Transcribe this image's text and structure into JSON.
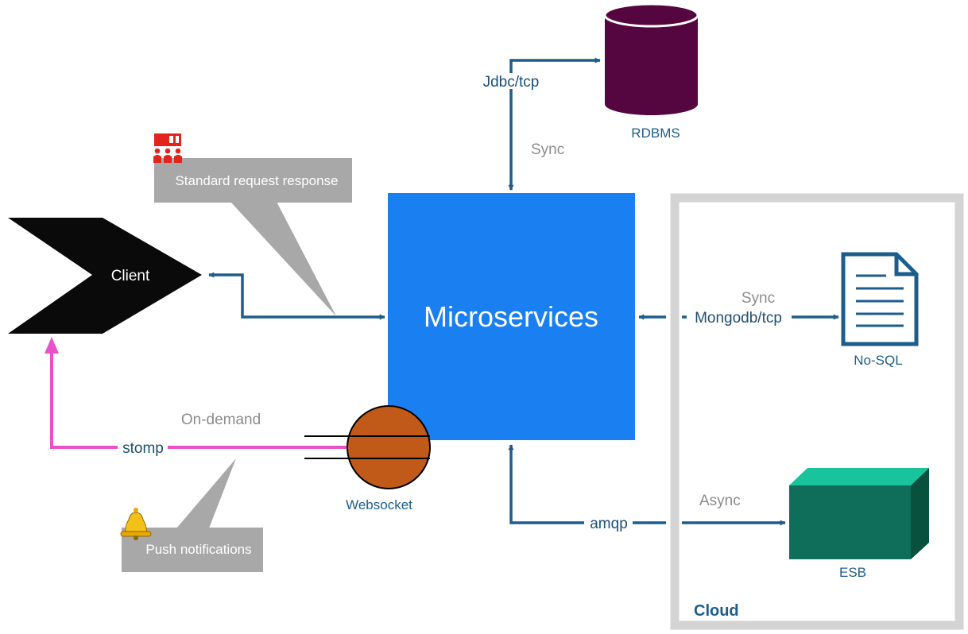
{
  "nodes": {
    "client": "Client",
    "microservices": "Microservices",
    "rdbms": "RDBMS",
    "nosql": "No-SQL",
    "esb": "ESB",
    "websocket": "Websocket",
    "cloud": "Cloud"
  },
  "callouts": {
    "standard": "Standard request response",
    "push": "Push notifications"
  },
  "connections": {
    "jdbc": "Jdbc/tcp",
    "jdbc_mode": "Sync",
    "mongodb": "Mongodb/tcp",
    "mongodb_mode": "Sync",
    "amqp": "amqp",
    "amqp_mode": "Async",
    "stomp": "stomp",
    "stomp_mode": "On-demand"
  },
  "colors": {
    "blue_arrow": "#1d5d8c",
    "microservices_fill": "#1a7ff0",
    "rdbms_fill": "#55053f",
    "esb_front": "#0e6e5a",
    "esb_top": "#19c39c",
    "esb_side": "#09513f",
    "websocket_fill": "#c15918",
    "stomp_line": "#e752cb",
    "callout_gray": "#a8a8a8",
    "cloud_border": "#d4d4d4",
    "label_gray": "#8c8c8c"
  },
  "icons": [
    "audience-icon",
    "bell-icon",
    "document-icon"
  ]
}
